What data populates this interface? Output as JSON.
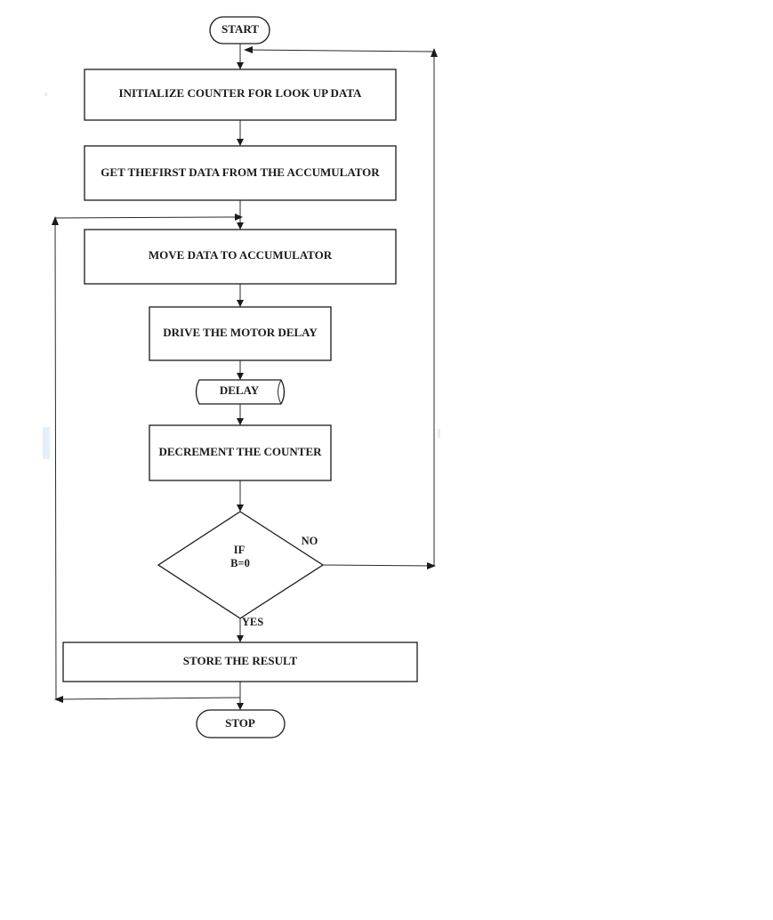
{
  "flowchart": {
    "start": "START",
    "steps": {
      "initialize": "INITIALIZE COUNTER FOR LOOK UP DATA",
      "get_first": "GET THEFIRST DATA FROM THE ACCUMULATOR",
      "move": "MOVE DATA TO ACCUMULATOR",
      "drive": "DRIVE THE MOTOR DELAY",
      "delay": "DELAY",
      "decrement": "DECREMENT THE COUNTER",
      "store": "STORE THE RESULT"
    },
    "decision": {
      "line1": "IF",
      "line2": "B=0",
      "no_label": "NO",
      "yes_label": "YES"
    },
    "stop": "STOP"
  }
}
